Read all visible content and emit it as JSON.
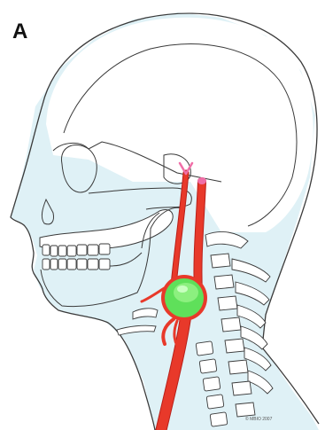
{
  "figure": {
    "panel_label": "A",
    "copyright": "© MBIO 2007"
  },
  "colors": {
    "head_outline": "#3a3a3a",
    "soft_tissue_fill": "#dff1f6",
    "bone_fill": "#ffffff",
    "artery": "#e8392a",
    "artery_dark": "#b8201a",
    "aneurysm": "#5fe05a",
    "aneurysm_highlight": "#c8ffc0",
    "branch_tip": "#f06fa8"
  },
  "icons": {
    "skull": "skull-outline",
    "spine": "cervical-spine",
    "aneurysm": "carotid-aneurysm"
  }
}
